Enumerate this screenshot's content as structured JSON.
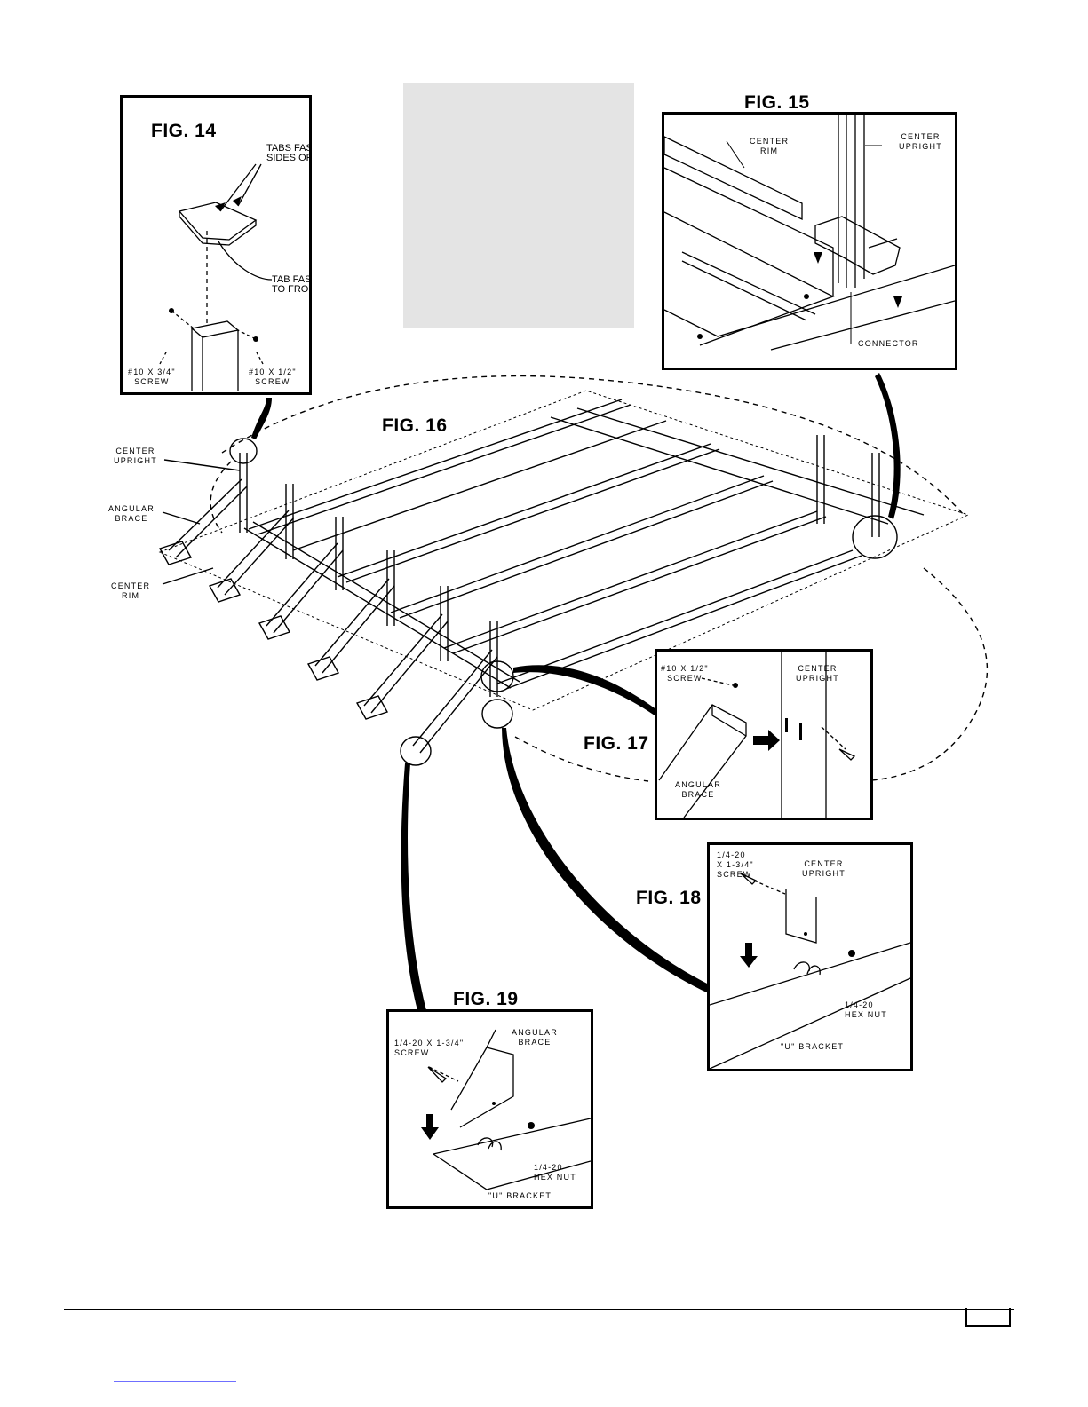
{
  "figures": {
    "fig14": {
      "title": "FIG. 14",
      "tabs_sides": "TABS FASTEN TO\nSIDES OF UPRIGHT",
      "tab_front": "TAB FASTENS\nTO FRONT",
      "screw_left": "#10 x 3/4\"\nSCREW",
      "screw_right": "#10 x 1/2\"\nSCREW"
    },
    "fig15": {
      "title": "FIG. 15",
      "center_rim": "CENTER\nRIM",
      "center_upright": "CENTER\nUPRIGHT",
      "connector": "CONNECTOR"
    },
    "fig16": {
      "title": "FIG. 16",
      "center_upright": "CENTER\nUPRIGHT",
      "angular_brace": "ANGULAR\nBRACE",
      "center_rim": "CENTER\nRIM"
    },
    "fig17": {
      "title": "FIG. 17",
      "screw": "#10 x 1/2\"\nSCREW",
      "center_upright": "CENTER\nUPRIGHT",
      "angular_brace": "ANGULAR\nBRACE"
    },
    "fig18": {
      "title": "FIG. 18",
      "screw": "1/4-20\nx 1-3/4\"\nSCREW",
      "center_upright": "CENTER\nUPRIGHT",
      "hex_nut": "1/4-20\nHEX NUT",
      "u_bracket": "\"U\" BRACKET"
    },
    "fig19": {
      "title": "FIG. 19",
      "screw": "1/4-20 x 1-3/4\"\nSCREW",
      "angular_brace": "ANGULAR\nBRACE",
      "hex_nut": "1/4-20\nHEX NUT",
      "u_bracket": "\"U\" BRACKET"
    }
  },
  "colors": {
    "line": "#000000",
    "placeholder_gray": "#e4e4e4",
    "link_underline": "#6f6fff"
  }
}
